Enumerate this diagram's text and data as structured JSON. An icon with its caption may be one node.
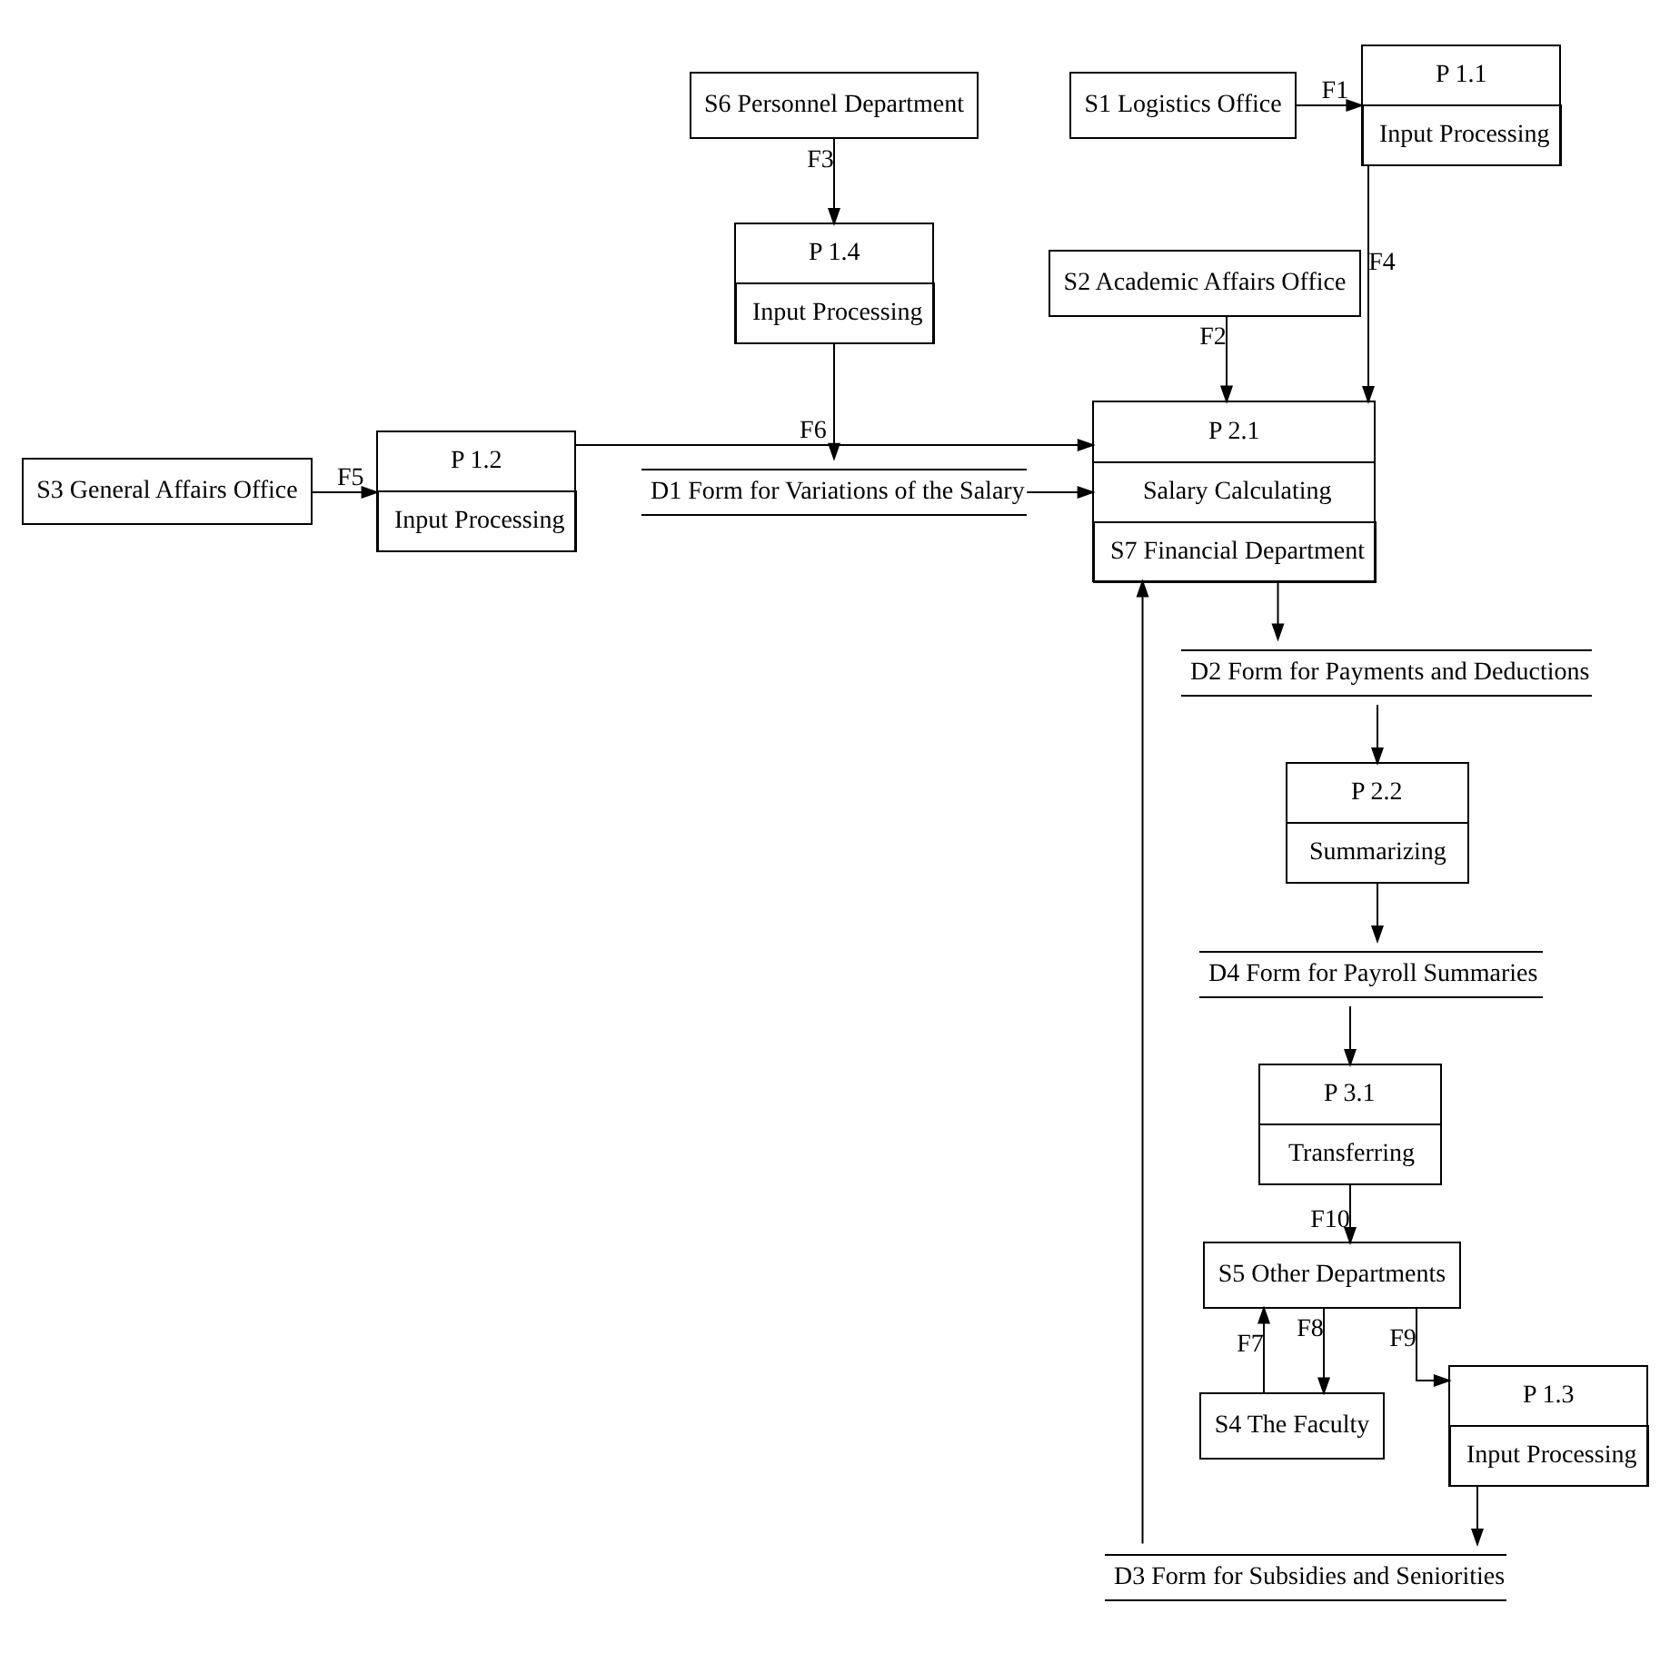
{
  "diagram": {
    "nodes": [
      {
        "text": [
          "S1 Logistics Office"
        ]
      },
      {
        "text": [
          "P 1.1",
          "Input Processing"
        ]
      },
      {
        "text": [
          "S6 Personnel Department"
        ]
      },
      {
        "text": [
          "S2 Academic Affairs Office"
        ]
      },
      {
        "text": [
          "P 1.4",
          "Input Processing"
        ]
      },
      {
        "text": [
          "S3 General Affairs Office"
        ]
      },
      {
        "text": [
          "P 1.2",
          "Input Processing"
        ]
      },
      {
        "text": [
          "P 2.1",
          "Salary Calculating",
          "S7 Financial Department"
        ]
      },
      {
        "text": [
          "D1 Form for Variations of the Salary"
        ]
      },
      {
        "text": [
          "D2 Form for Payments and Deductions"
        ]
      },
      {
        "text": [
          "S4 The Faculty"
        ]
      },
      {
        "text": [
          "P 1.3",
          "Input Processing"
        ]
      },
      {
        "text": [
          "D3 Form for Subsidies and Seniorities"
        ]
      },
      {
        "text": [
          "P 2.2",
          "Summarizing"
        ]
      },
      {
        "text": [
          "S5 Other Departments"
        ]
      },
      {
        "text": [
          "P 3.1",
          "Transferring"
        ]
      },
      {
        "text": [
          "D4 Form for Payroll Summaries"
        ]
      }
    ],
    "edges": [
      {
        "from": 0,
        "to": 1,
        "arrow": "to",
        "label": "F1"
      },
      {
        "from": 2,
        "to": 4,
        "arrow": "to",
        "label": "F3"
      },
      {
        "from": 1,
        "to": 7,
        "arrow": "to",
        "label": "F4"
      },
      {
        "from": 3,
        "to": 7,
        "arrow": "to",
        "label": "F2"
      },
      {
        "from": 5,
        "to": 6,
        "arrow": "to",
        "label": "F5"
      },
      {
        "from": 6,
        "to": 7,
        "arrow": "to",
        "label": "F6"
      },
      {
        "from": 4,
        "to": 8,
        "arrow": "to"
      },
      {
        "from": 8,
        "to": 7,
        "arrow": "to"
      },
      {
        "from": 7,
        "to": 9,
        "arrow": "to"
      },
      {
        "from": 9,
        "to": 13,
        "arrow": "to"
      },
      {
        "from": 10,
        "to": 14,
        "arrow": "to",
        "label": "F7"
      },
      {
        "from": 14,
        "to": 10,
        "arrow": "to",
        "label": "F8"
      },
      {
        "from": 14,
        "to": 11,
        "arrow": "to",
        "label": "F9"
      },
      {
        "from": 11,
        "to": 12,
        "arrow": "to"
      },
      {
        "from": 12,
        "to": 7,
        "arrow": "to"
      },
      {
        "from": 13,
        "to": 16,
        "arrow": "to"
      },
      {
        "from": 16,
        "to": 15,
        "arrow": "to"
      },
      {
        "from": 15,
        "to": 14,
        "arrow": "to",
        "label": "F10"
      }
    ]
  }
}
